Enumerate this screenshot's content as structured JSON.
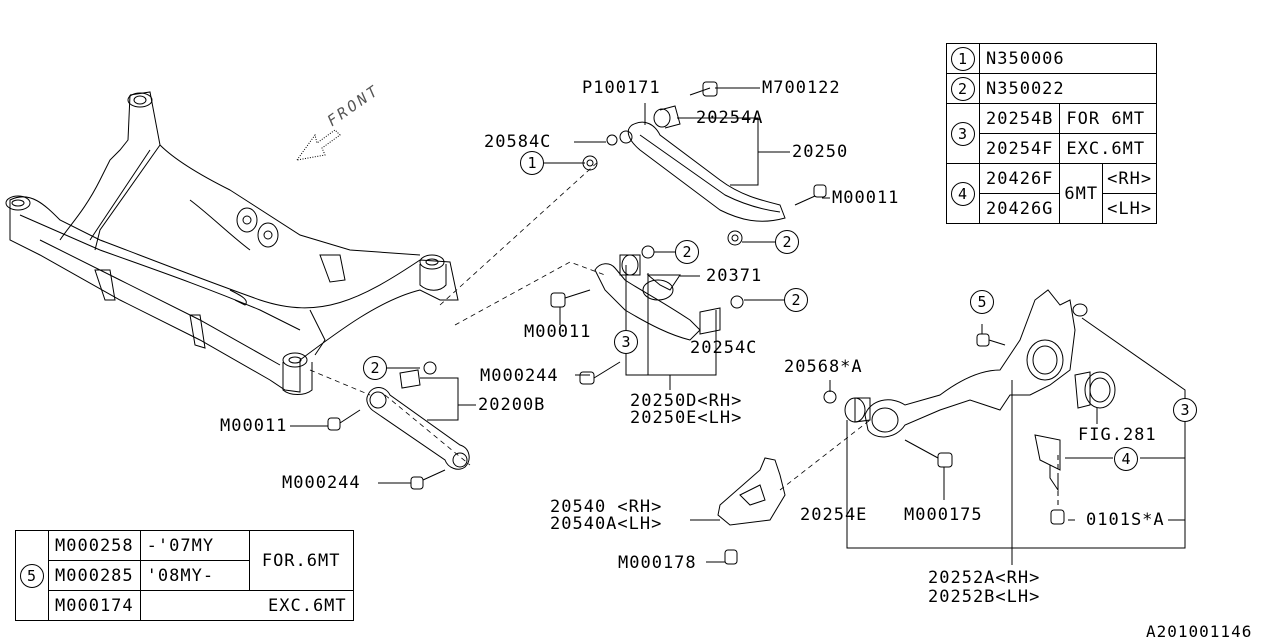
{
  "diagram": {
    "front_label": "FRONT",
    "reference_id": "A201001146",
    "callouts": {
      "c1": "1",
      "c2a": "2",
      "c2b": "2",
      "c2c": "2",
      "c2d": "2",
      "c3a": "3",
      "c3b": "3",
      "c4": "4",
      "c5": "5"
    },
    "part_labels": {
      "p100171": "P100171",
      "m700122": "M700122",
      "p20584c": "20584C",
      "p20254a": "20254A",
      "p20250": "20250",
      "m00011_top": "M00011",
      "p20371": "20371",
      "m00011_mid": "M00011",
      "p20254c": "20254C",
      "m000244_mid": "M000244",
      "p20250d": "20250D<RH>",
      "p20250e": "20250E<LH>",
      "p20200b": "20200B",
      "m00011_low": "M00011",
      "m000244_low": "M000244",
      "p20568a": "20568*A",
      "p20540": "20540 <RH>",
      "p20540a": "20540A<LH>",
      "m000178": "M000178",
      "p20254e": "20254E",
      "m000175": "M000175",
      "fig281": "FIG.281",
      "p0101sa": "0101S*A",
      "p20252a": "20252A<RH>",
      "p20252b": "20252B<LH>"
    }
  },
  "legend_table_right": {
    "rows": [
      {
        "ref": "1",
        "part": "N350006"
      },
      {
        "ref": "2",
        "part": "N350022"
      },
      {
        "ref": "3",
        "parts": [
          {
            "part": "20254B",
            "note": "FOR 6MT"
          },
          {
            "part": "20254F",
            "note": "EXC.6MT"
          }
        ]
      },
      {
        "ref": "4",
        "group_note": "6MT",
        "parts": [
          {
            "part": "20426F",
            "side": "<RH>"
          },
          {
            "part": "20426G",
            "side": "<LH>"
          }
        ]
      }
    ]
  },
  "legend_table_left": {
    "ref": "5",
    "rows": [
      {
        "part": "M000258",
        "years": "-'07MY"
      },
      {
        "part": "M000285",
        "years": "'08MY-"
      },
      {
        "part": "M000174"
      }
    ],
    "note_for": "FOR.6MT",
    "note_exc": "EXC.6MT"
  }
}
